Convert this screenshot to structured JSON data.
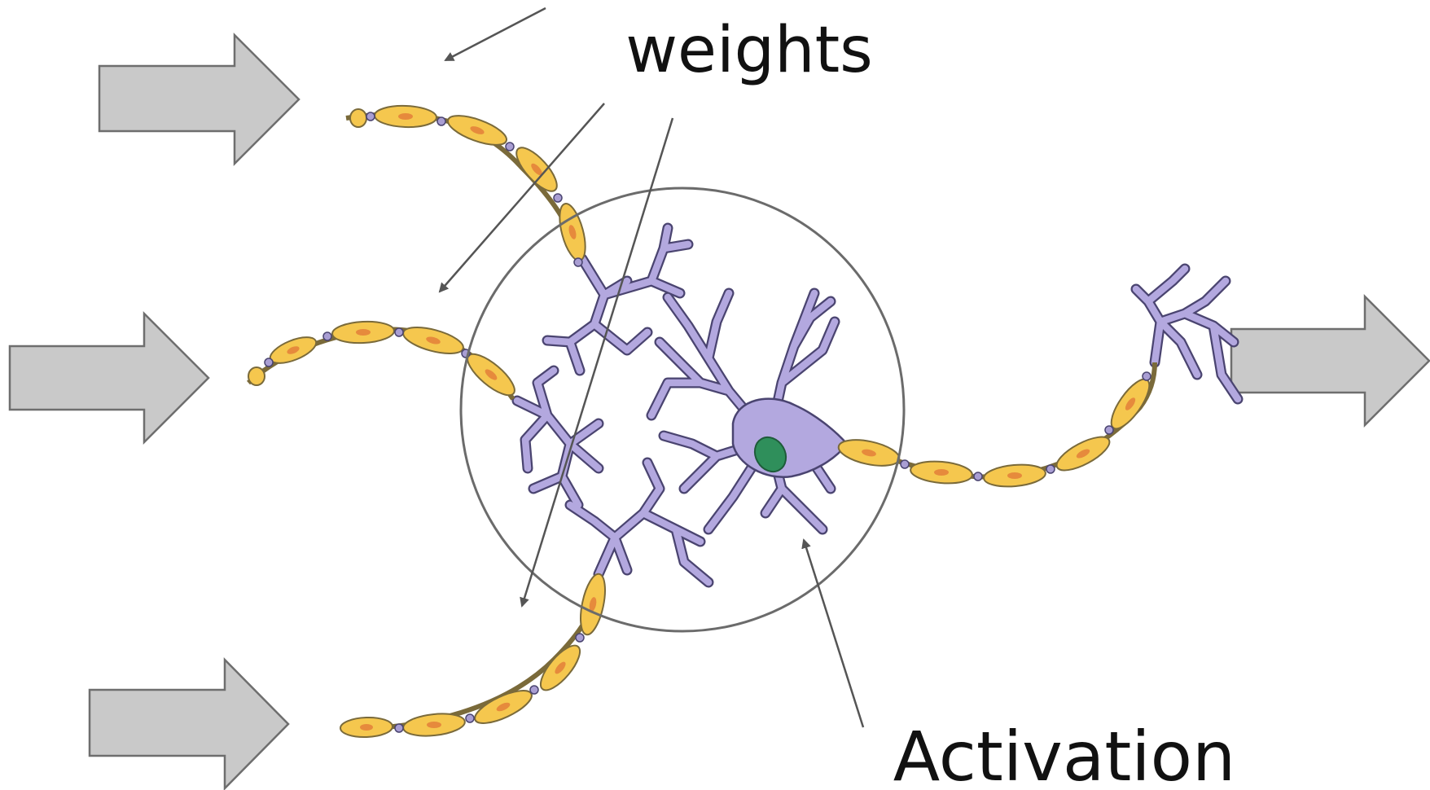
{
  "labels": {
    "weights": "weights",
    "activation": "Activation"
  },
  "colors": {
    "background": "#ffffff",
    "arrow_fill": "#c9c9c9",
    "arrow_stroke": "#6e6e6e",
    "pointer_stroke": "#555555",
    "circle_stroke": "#6b6b6b",
    "myelin_fill": "#f5c74e",
    "myelin_stroke": "#7a6a3a",
    "myelin_spot": "#e68a3c",
    "node_fill": "#a99ed3",
    "neuron_fill": "#b3a8df",
    "neuron_stroke": "#4a4470",
    "nucleus_fill": "#2f8f5b",
    "text": "#111111"
  },
  "icons": {
    "input_arrow": "block-arrow-right",
    "output_arrow": "block-arrow-right",
    "neuron": "neuron-cell-body",
    "axon": "myelinated-axon"
  }
}
